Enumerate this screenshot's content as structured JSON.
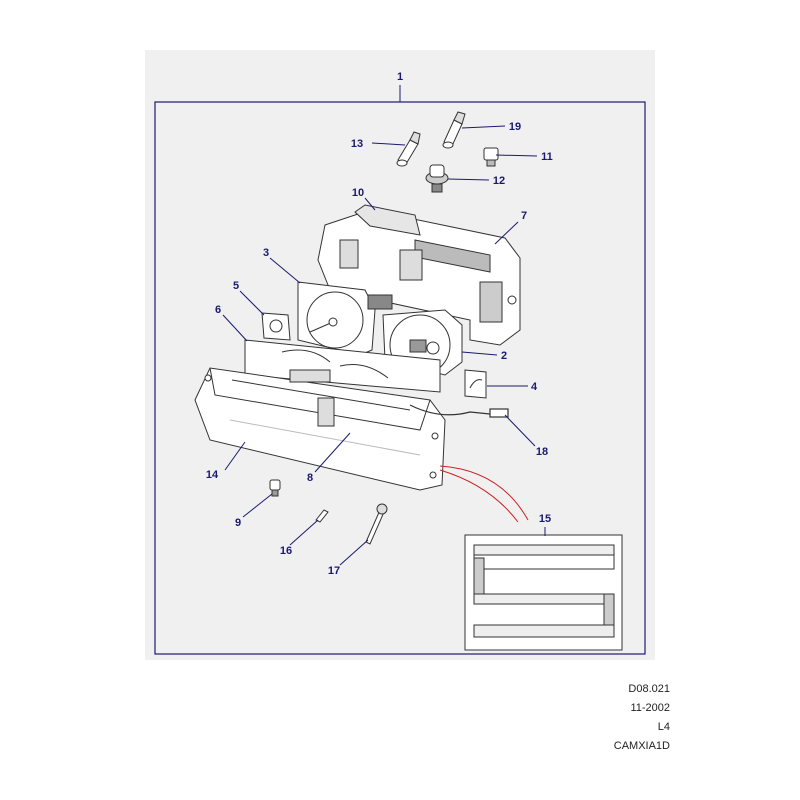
{
  "colors": {
    "panel_background": "#f0f0f0",
    "callout": "#1a1a6e",
    "line_art": "#333333",
    "highlight_red": "#cc2222"
  },
  "callouts": [
    {
      "label": "1"
    },
    {
      "label": "13"
    },
    {
      "label": "19"
    },
    {
      "label": "11"
    },
    {
      "label": "12"
    },
    {
      "label": "10"
    },
    {
      "label": "7"
    },
    {
      "label": "3"
    },
    {
      "label": "5"
    },
    {
      "label": "6"
    },
    {
      "label": "2"
    },
    {
      "label": "4"
    },
    {
      "label": "18"
    },
    {
      "label": "14"
    },
    {
      "label": "8"
    },
    {
      "label": "9"
    },
    {
      "label": "16"
    },
    {
      "label": "17"
    },
    {
      "label": "15"
    }
  ],
  "footer": {
    "drawing_number": "D08.021",
    "date": "11-2002",
    "model_code": "L4",
    "image_code": "CAMXIA1D"
  }
}
